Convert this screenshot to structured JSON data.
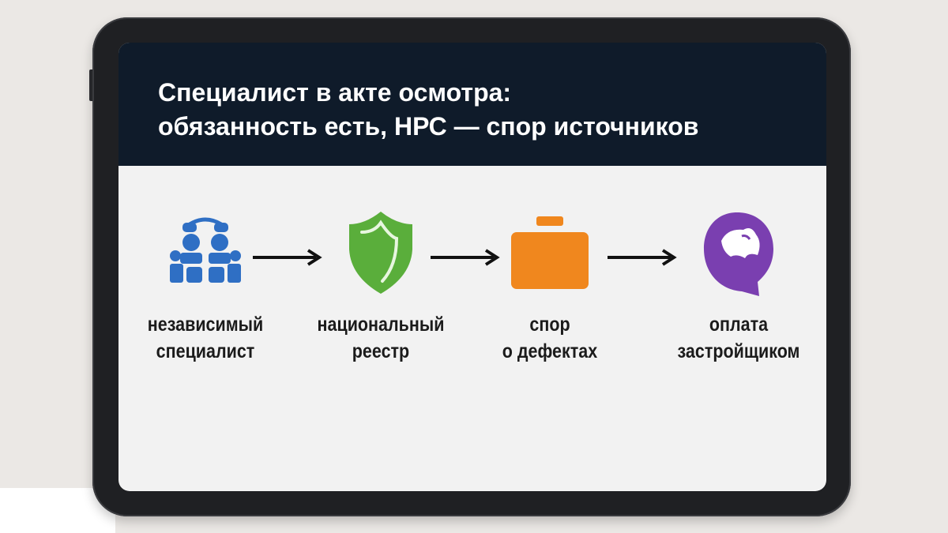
{
  "slide": {
    "title_line1": "Специалист в акте осмотра:",
    "title_line2": "обязанность есть, НРС — спор источников"
  },
  "flow": {
    "steps": [
      {
        "line1": "независимый",
        "line2": "специалист",
        "icon": "people-group-icon",
        "color": "#2f6fc4"
      },
      {
        "line1": "национальный",
        "line2": "реестр",
        "icon": "shield-icon",
        "color": "#5aae3b"
      },
      {
        "line1": "спор",
        "line2": "о дефектах",
        "icon": "briefcase-icon",
        "color": "#f0871e"
      },
      {
        "line1": "оплата",
        "line2": "застройщиком",
        "icon": "purple-badge-icon",
        "color": "#7a3fb0"
      }
    ],
    "arrow_icon": "arrow-right-icon"
  },
  "colors": {
    "header_bg": "#0f1b2a",
    "screen_bg": "#f2f2f2",
    "tablet_frame": "#1f2023"
  }
}
